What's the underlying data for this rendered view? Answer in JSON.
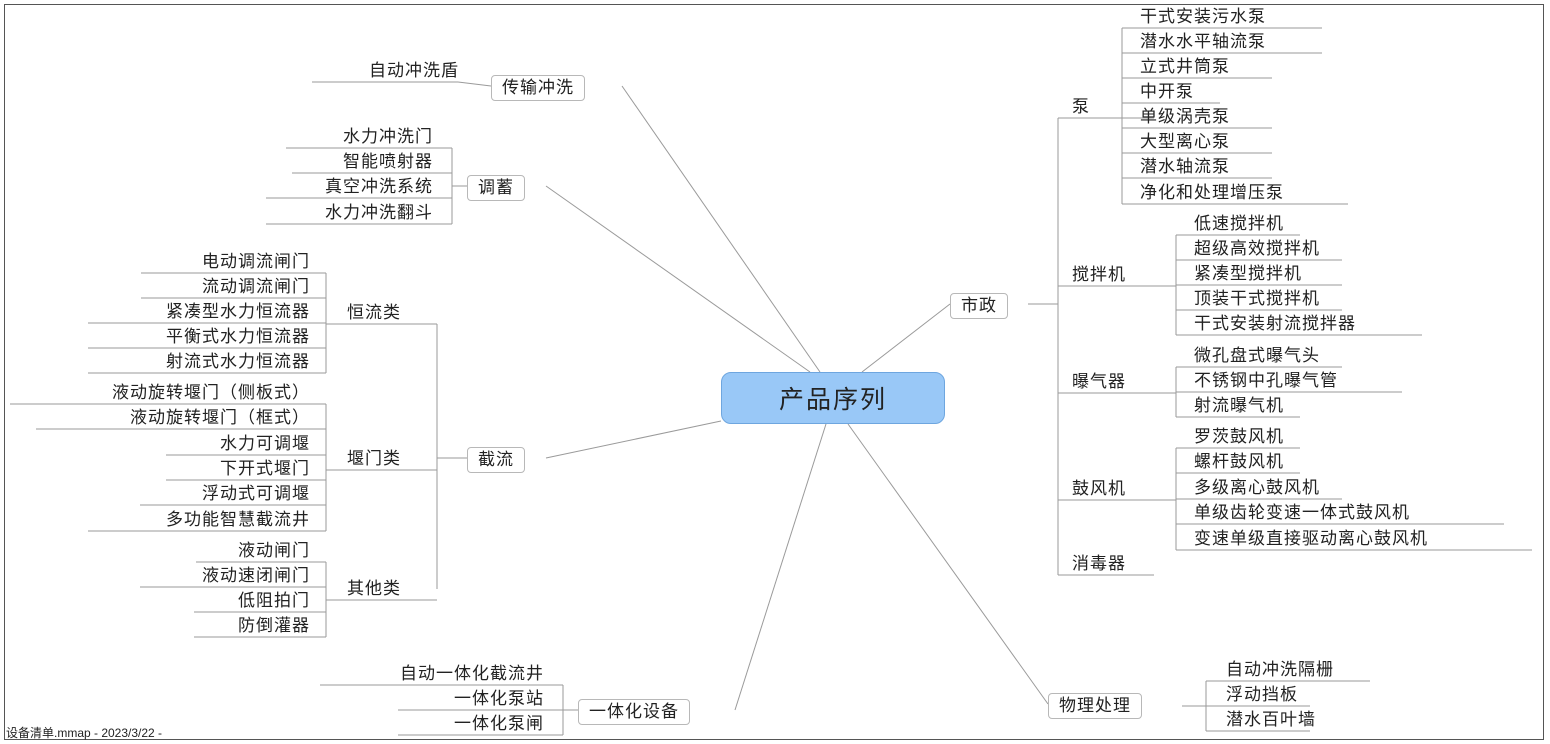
{
  "mindmap": {
    "root": "产品序列",
    "transport": {
      "label": "传输冲洗",
      "items": [
        "自动冲洗盾"
      ]
    },
    "storage": {
      "label": "调蓄",
      "items": [
        "水力冲洗门",
        "智能喷射器",
        "真空冲洗系统",
        "水力冲洗翻斗"
      ]
    },
    "intercept": {
      "label": "截流",
      "constant": {
        "label": "恒流类",
        "items": [
          "电动调流闸门",
          "流动调流闸门",
          "紧凑型水力恒流器",
          "平衡式水力恒流器",
          "射流式水力恒流器"
        ]
      },
      "weir": {
        "label": "堰门类",
        "items": [
          "液动旋转堰门（侧板式）",
          "液动旋转堰门（框式）",
          "水力可调堰",
          "下开式堰门",
          "浮动式可调堰",
          "多功能智慧截流井"
        ]
      },
      "other": {
        "label": "其他类",
        "items": [
          "液动闸门",
          "液动速闭闸门",
          "低阻拍门",
          "防倒灌器"
        ]
      }
    },
    "integrated": {
      "label": "一体化设备",
      "items": [
        "自动一体化截流井",
        "一体化泵站",
        "一体化泵闸"
      ]
    },
    "municipal": {
      "label": "市政",
      "pump": {
        "label": "泵",
        "items": [
          "干式安装污水泵",
          "潜水水平轴流泵",
          "立式井筒泵",
          "中开泵",
          "单级涡壳泵",
          "大型离心泵",
          "潜水轴流泵",
          "净化和处理增压泵"
        ]
      },
      "mixer": {
        "label": "搅拌机",
        "items": [
          "低速搅拌机",
          "超级高效搅拌机",
          "紧凑型搅拌机",
          "顶装干式搅拌机",
          "干式安装射流搅拌器"
        ]
      },
      "aerator": {
        "label": "曝气器",
        "items": [
          "微孔盘式曝气头",
          "不锈钢中孔曝气管",
          "射流曝气机"
        ]
      },
      "blower": {
        "label": "鼓风机",
        "items": [
          "罗茨鼓风机",
          "螺杆鼓风机",
          "多级离心鼓风机",
          "单级齿轮变速一体式鼓风机",
          "变速单级直接驱动离心鼓风机"
        ]
      },
      "disinfector": {
        "label": "消毒器"
      }
    },
    "physical": {
      "label": "物理处理",
      "items": [
        "自动冲洗隔栅",
        "浮动挡板",
        "潜水百叶墙"
      ]
    }
  },
  "footer": "设备清单.mmap - 2023/3/22 -",
  "colors": {
    "root_fill": "#99c8f7",
    "line": "#9a9a9a"
  }
}
